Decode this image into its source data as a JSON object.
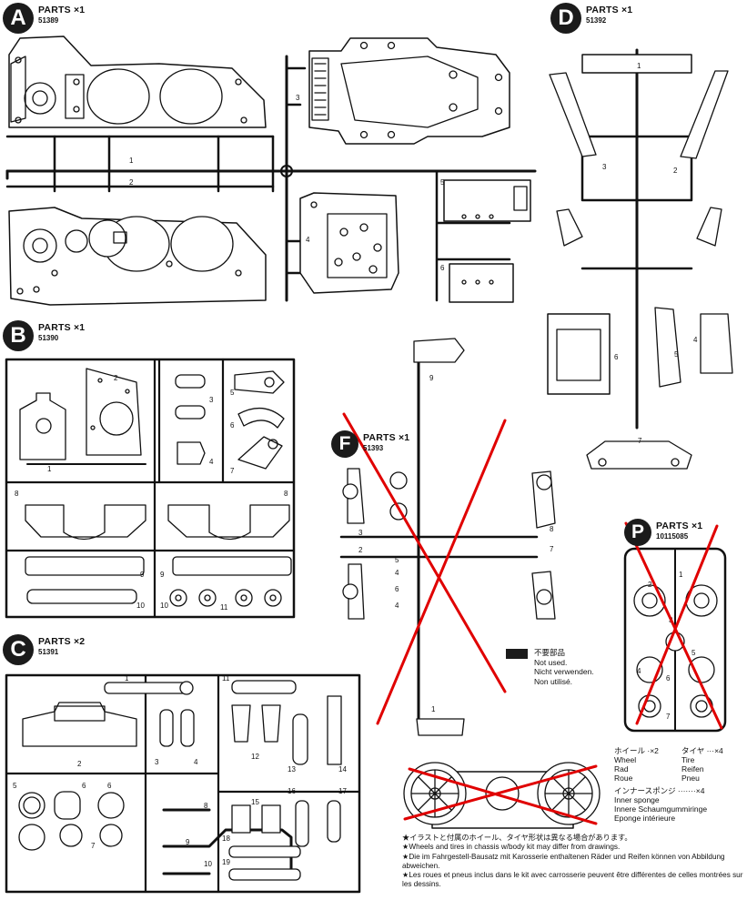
{
  "sections": [
    {
      "letter": "A",
      "parts_label": "PARTS",
      "multiplier": "×1",
      "code": "51389"
    },
    {
      "letter": "B",
      "parts_label": "PARTS",
      "multiplier": "×1",
      "code": "51390"
    },
    {
      "letter": "C",
      "parts_label": "PARTS",
      "multiplier": "×2",
      "code": "51391"
    },
    {
      "letter": "D",
      "parts_label": "PARTS",
      "multiplier": "×1",
      "code": "51392"
    },
    {
      "letter": "F",
      "parts_label": "PARTS",
      "multiplier": "×1",
      "code": "51393"
    },
    {
      "letter": "P",
      "parts_label": "PARTS",
      "multiplier": "×1",
      "code": "10115085"
    }
  ],
  "part_numbers": {
    "A": [
      "1",
      "2",
      "3",
      "4",
      "5",
      "6"
    ],
    "B": [
      "1",
      "2",
      "3",
      "4",
      "5",
      "6",
      "7",
      "8",
      "8",
      "9",
      "9",
      "10",
      "10",
      "11"
    ],
    "C": [
      "1",
      "2",
      "3",
      "4",
      "5",
      "6",
      "6",
      "7",
      "8",
      "9",
      "10",
      "11",
      "12",
      "13",
      "14",
      "15",
      "16",
      "17",
      "18",
      "19"
    ],
    "D": [
      "1",
      "2",
      "3",
      "4",
      "5",
      "6",
      "7"
    ],
    "F": [
      "1",
      "2",
      "3",
      "4",
      "4",
      "5",
      "6",
      "7",
      "8",
      "9"
    ],
    "P": [
      "1",
      "2",
      "3",
      "4",
      "5",
      "6",
      "7"
    ]
  },
  "not_used_legend": {
    "jp": "不要部品",
    "en": "Not used.",
    "de": "Nicht verwenden.",
    "fr": "Non utilisé."
  },
  "tire_legend": {
    "wheel_jp": "ホイール ·×2",
    "tire_jp": "タイヤ ···×4",
    "wheel_en": "Wheel",
    "tire_en": "Tire",
    "wheel_de": "Rad",
    "tire_de": "Reifen",
    "wheel_fr": "Roue",
    "tire_fr": "Pneu",
    "sponge_jp": "インナースポンジ ·······×4",
    "sponge_en": "Inner sponge",
    "sponge_de": "Innere Schaumgummiringe",
    "sponge_fr": "Eponge intérieure"
  },
  "notes": [
    "★イラストと付属のホイール、タイヤ形状は異なる場合があります。",
    "★Wheels and tires in chassis w/body kit may differ from drawings.",
    "★Die im Fahrgestell-Bausatz mit Karosserie enthaltenen Räder und Reifen können von Abbildung abweichen.",
    "★Les roues et pneus inclus dans le kit avec carrosserie peuvent être différentes de celles montrées sur les dessins."
  ],
  "colors": {
    "ink": "#111111",
    "cross_out": "#e00000",
    "badge": "#1b1b1b"
  }
}
